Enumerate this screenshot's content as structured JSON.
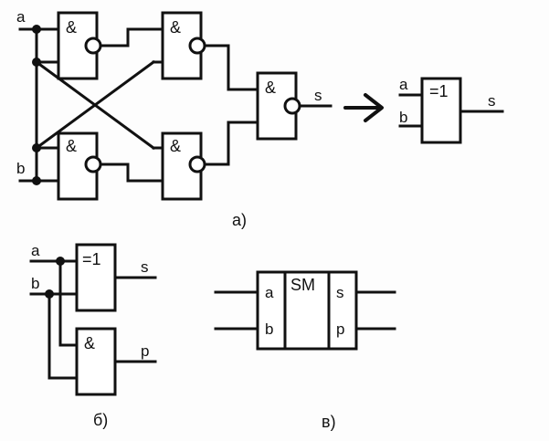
{
  "part_a": {
    "input_a": "a",
    "input_b": "b",
    "gate1": "&",
    "gate2": "&",
    "gate3": "&",
    "gate4": "&",
    "gate5": "&",
    "output": "s",
    "equivalent": {
      "input_a": "a",
      "input_b": "b",
      "gate": "=1",
      "output": "s"
    },
    "caption": "а)"
  },
  "part_b": {
    "input_a": "a",
    "input_b": "b",
    "xor_gate": "=1",
    "and_gate": "&",
    "output_s": "s",
    "output_p": "p",
    "caption": "б)"
  },
  "part_c": {
    "block": "SM",
    "input_a": "a",
    "input_b": "b",
    "output_s": "s",
    "output_p": "p",
    "caption": "в)"
  }
}
